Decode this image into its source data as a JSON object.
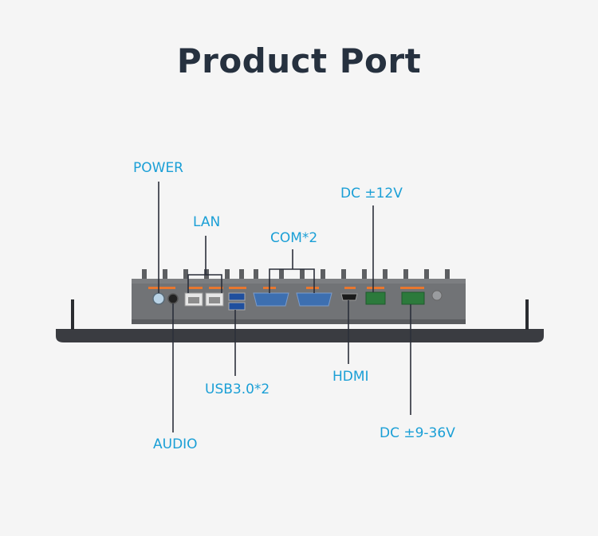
{
  "title": "Product Port",
  "labels": {
    "power": "POWER",
    "lan": "LAN",
    "com": "COM*2",
    "dc12": "DC ±12V",
    "usb": "USB3.0*2",
    "hdmi": "HDMI",
    "audio": "AUDIO",
    "dc936": "DC ±9-36V"
  },
  "colors": {
    "label": "#1a9fd6",
    "title": "#26313f",
    "line": "#2b2f3a",
    "chassis": "#6e7074",
    "panel": "#3b3d42",
    "port_text": "#e8772e",
    "serial": "#3d6fb0",
    "terminal": "#2c7a3c"
  }
}
